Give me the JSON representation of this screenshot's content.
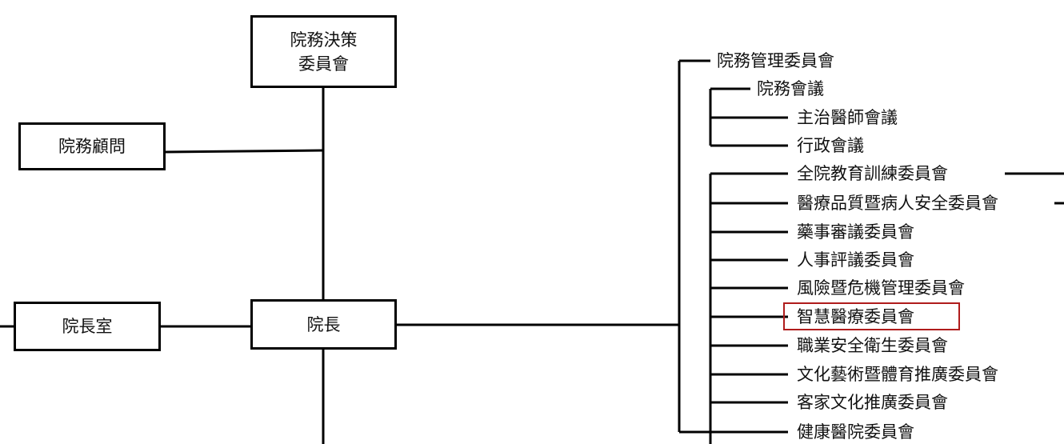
{
  "boxes": {
    "decision_committee": "院務決策\n委員會",
    "advisor": "院務顧問",
    "president": "院長",
    "president_office": "院長室"
  },
  "committees": {
    "management": "院務管理委員會",
    "hospital_meeting": "院務會議",
    "attending_meeting": "主治醫師會議",
    "admin_meeting": "行政會議",
    "items": [
      "全院教育訓練委員會",
      "醫療品質暨病人安全委員會",
      "藥事審議委員會",
      "人事評議委員會",
      "風險暨危機管理委員會",
      "智慧醫療委員會",
      "職業安全衛生委員會",
      "文化藝術暨體育推廣委員會",
      "客家文化推廣委員會",
      "健康醫院委員會"
    ],
    "highlighted": "智慧醫療委員會",
    "highlight_color": "#b01c1c"
  }
}
